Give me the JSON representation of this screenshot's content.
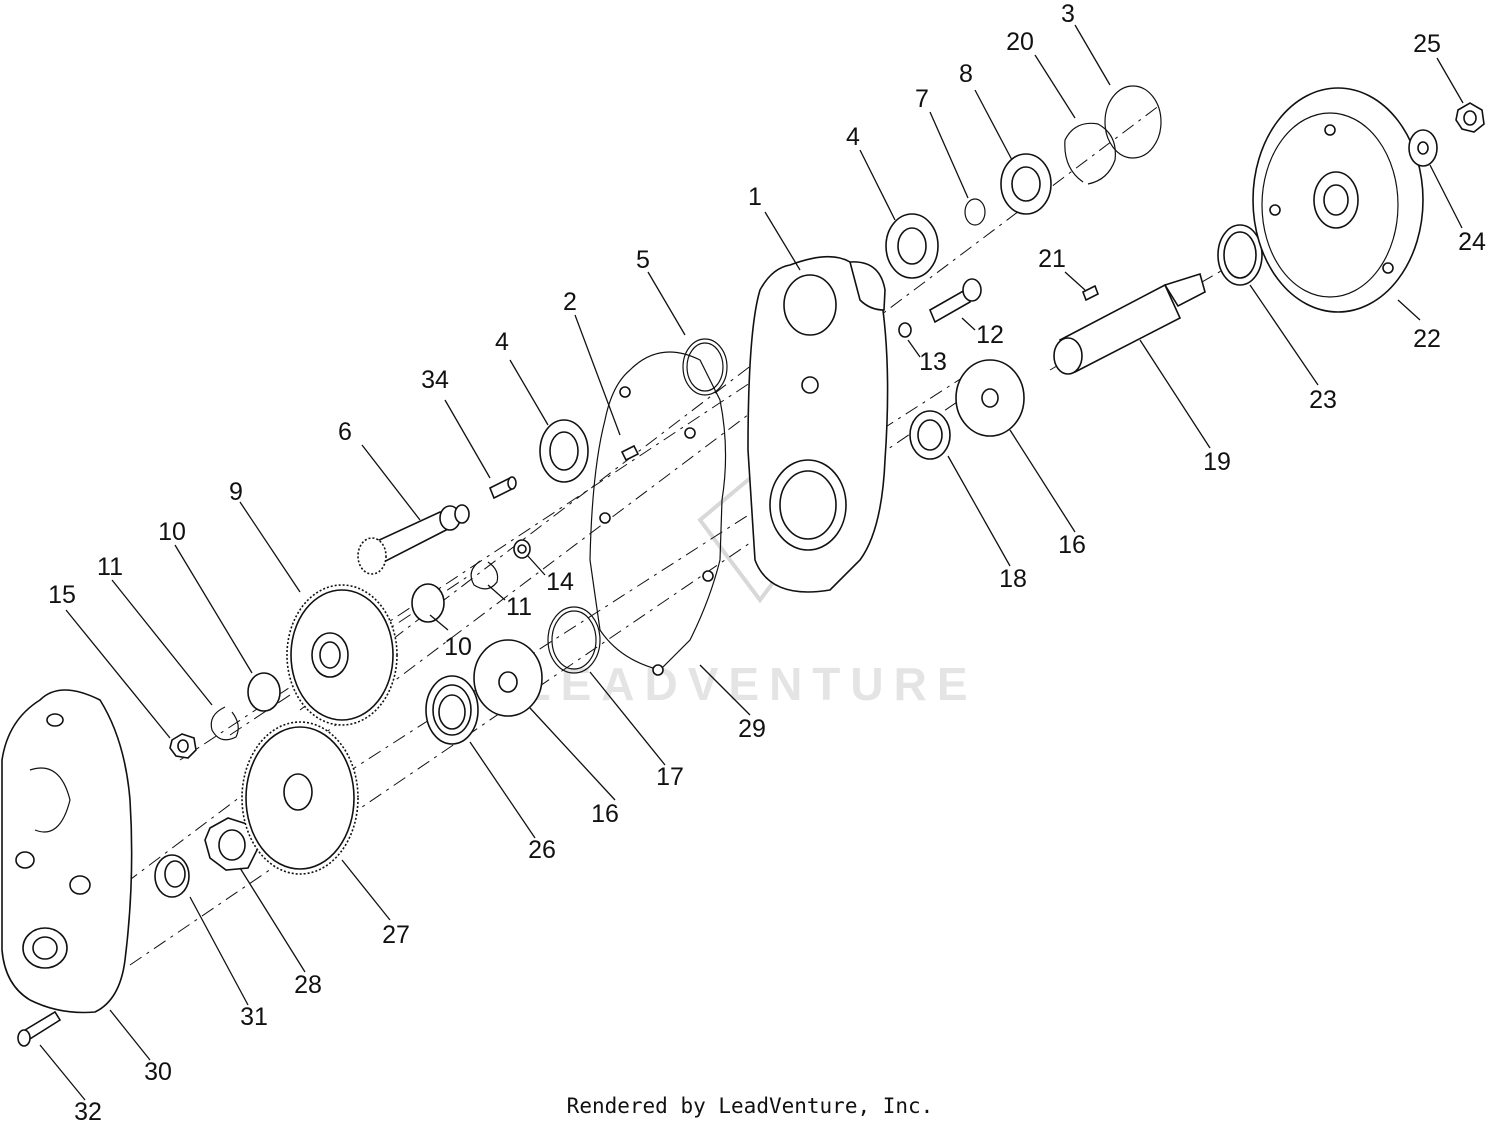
{
  "diagram": {
    "callouts": [
      "1",
      "2",
      "3",
      "4",
      "4",
      "5",
      "6",
      "7",
      "8",
      "9",
      "10",
      "10",
      "11",
      "11",
      "12",
      "13",
      "14",
      "15",
      "16",
      "16",
      "17",
      "18",
      "19",
      "20",
      "21",
      "22",
      "23",
      "24",
      "25",
      "26",
      "27",
      "28",
      "29",
      "30",
      "31",
      "32",
      "34"
    ],
    "watermark": "LEADVENTURE",
    "footer": "Rendered by LeadVenture, Inc."
  }
}
